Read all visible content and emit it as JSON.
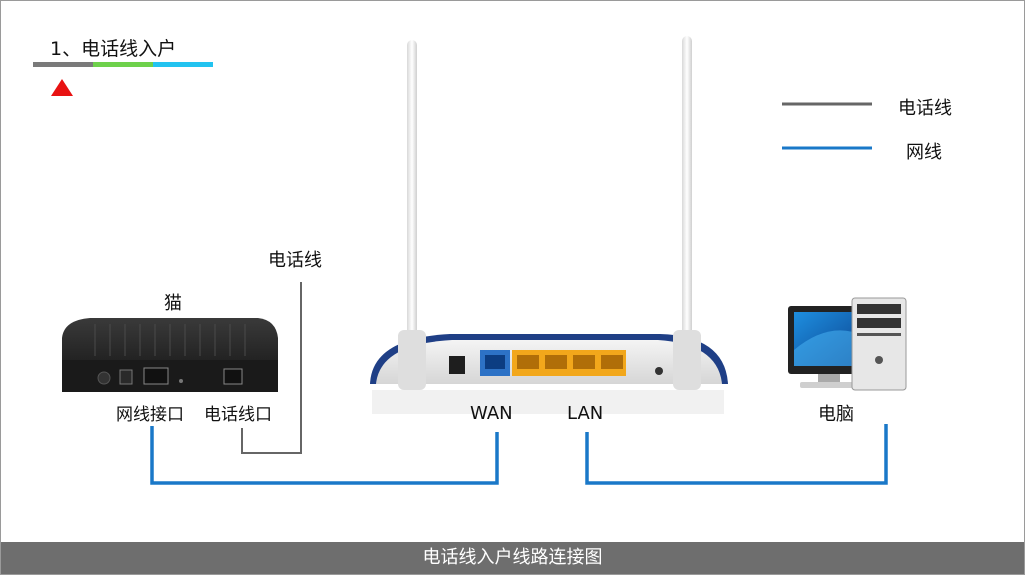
{
  "step": {
    "title": "1、电话线入户",
    "tabs": [
      {
        "color": "#7a7a7a"
      },
      {
        "color": "#6ed14b"
      },
      {
        "color": "#22c3f0"
      }
    ],
    "marker_color": "#e81212"
  },
  "legend": {
    "items": [
      {
        "label": "电话线",
        "color": "#666666"
      },
      {
        "label": "网线",
        "color": "#1a78c8"
      }
    ]
  },
  "labels": {
    "phone_line": "电话线",
    "modem": "猫",
    "modem_port_net": "网线接口",
    "modem_port_phone": "电话线口",
    "router_wan": "WAN",
    "router_lan": "LAN",
    "computer": "电脑"
  },
  "footer": {
    "caption": "电话线入户线路连接图"
  },
  "colors": {
    "phone_line": "#666666",
    "network_cable": "#1a78c8",
    "router_lan_ports": "#f2a71b",
    "router_wan_port": "#2d72c6"
  },
  "icons": [
    "modem-device",
    "wireless-router",
    "desktop-computer"
  ]
}
